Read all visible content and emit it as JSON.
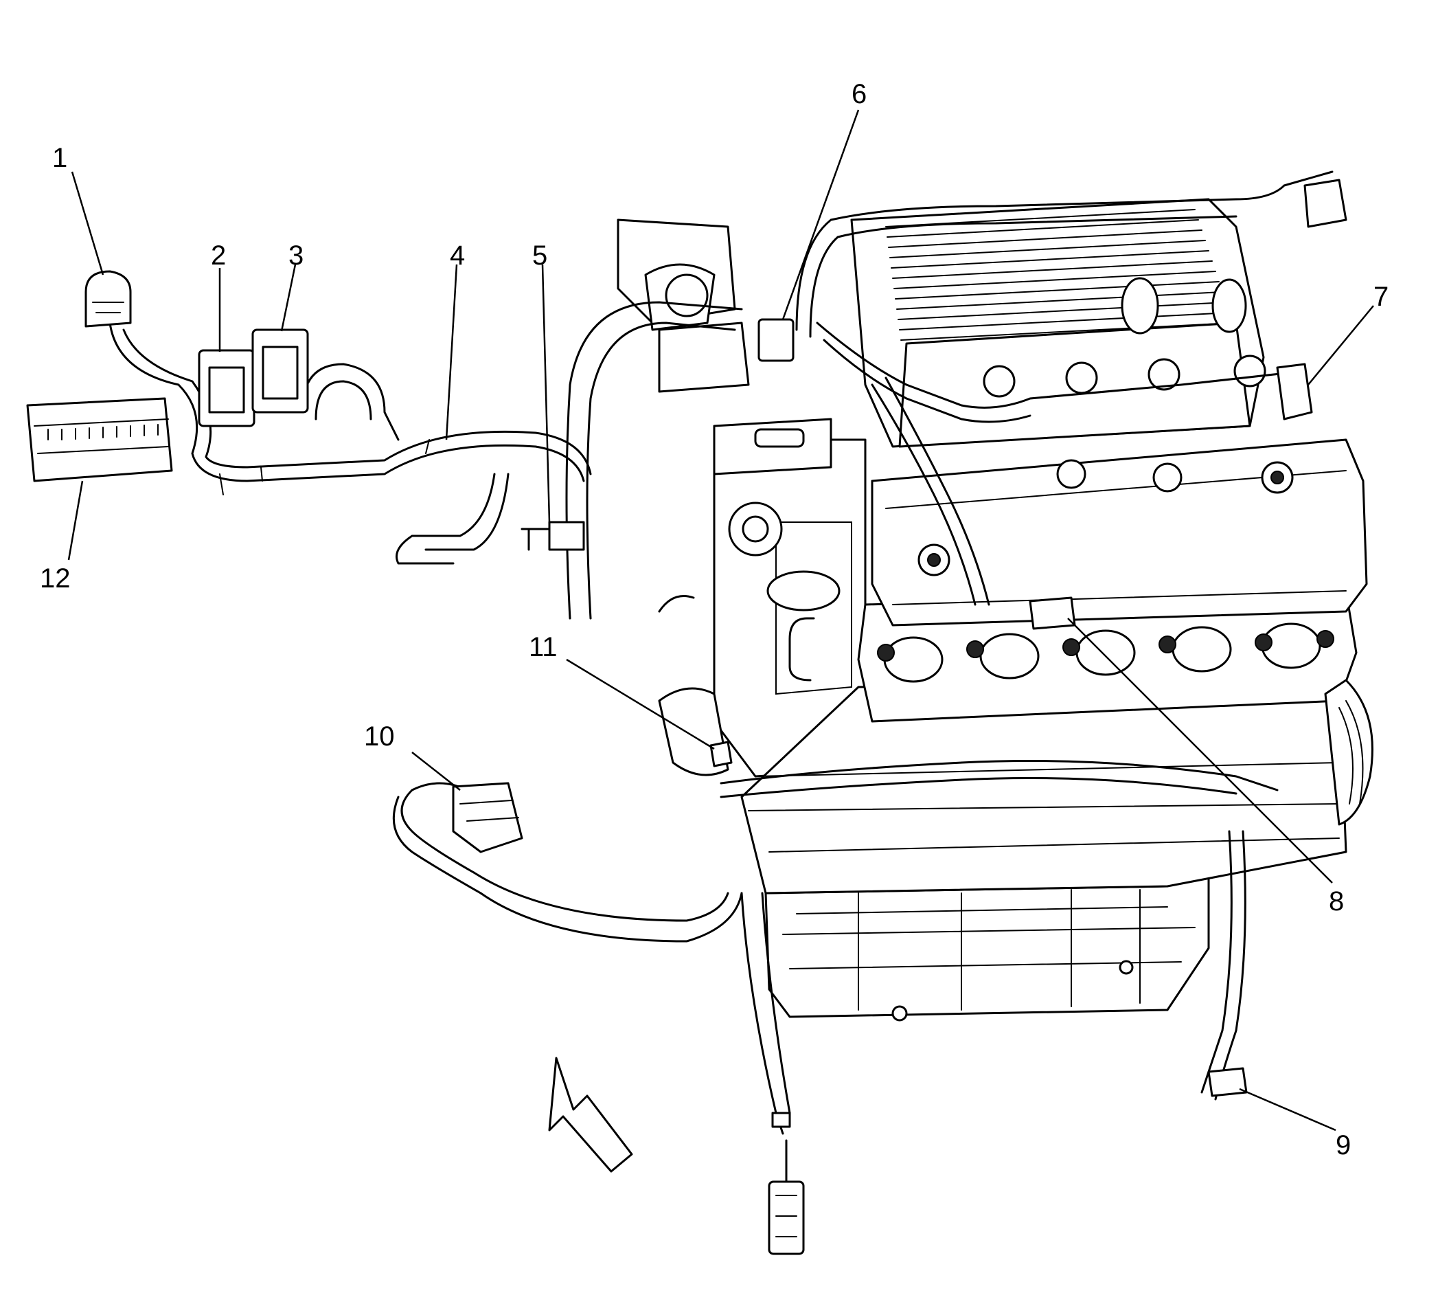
{
  "callouts": [
    {
      "id": "1",
      "label": "1"
    },
    {
      "id": "2",
      "label": "2"
    },
    {
      "id": "3",
      "label": "3"
    },
    {
      "id": "4",
      "label": "4"
    },
    {
      "id": "5",
      "label": "5"
    },
    {
      "id": "6",
      "label": "6"
    },
    {
      "id": "7",
      "label": "7"
    },
    {
      "id": "8",
      "label": "8"
    },
    {
      "id": "9",
      "label": "9"
    },
    {
      "id": "10",
      "label": "10"
    },
    {
      "id": "11",
      "label": "11"
    },
    {
      "id": "12",
      "label": "12"
    }
  ],
  "colors": {
    "line": "#000000",
    "background": "#ffffff"
  },
  "icons": {
    "front_arrow": "view-direction-arrow-icon"
  }
}
